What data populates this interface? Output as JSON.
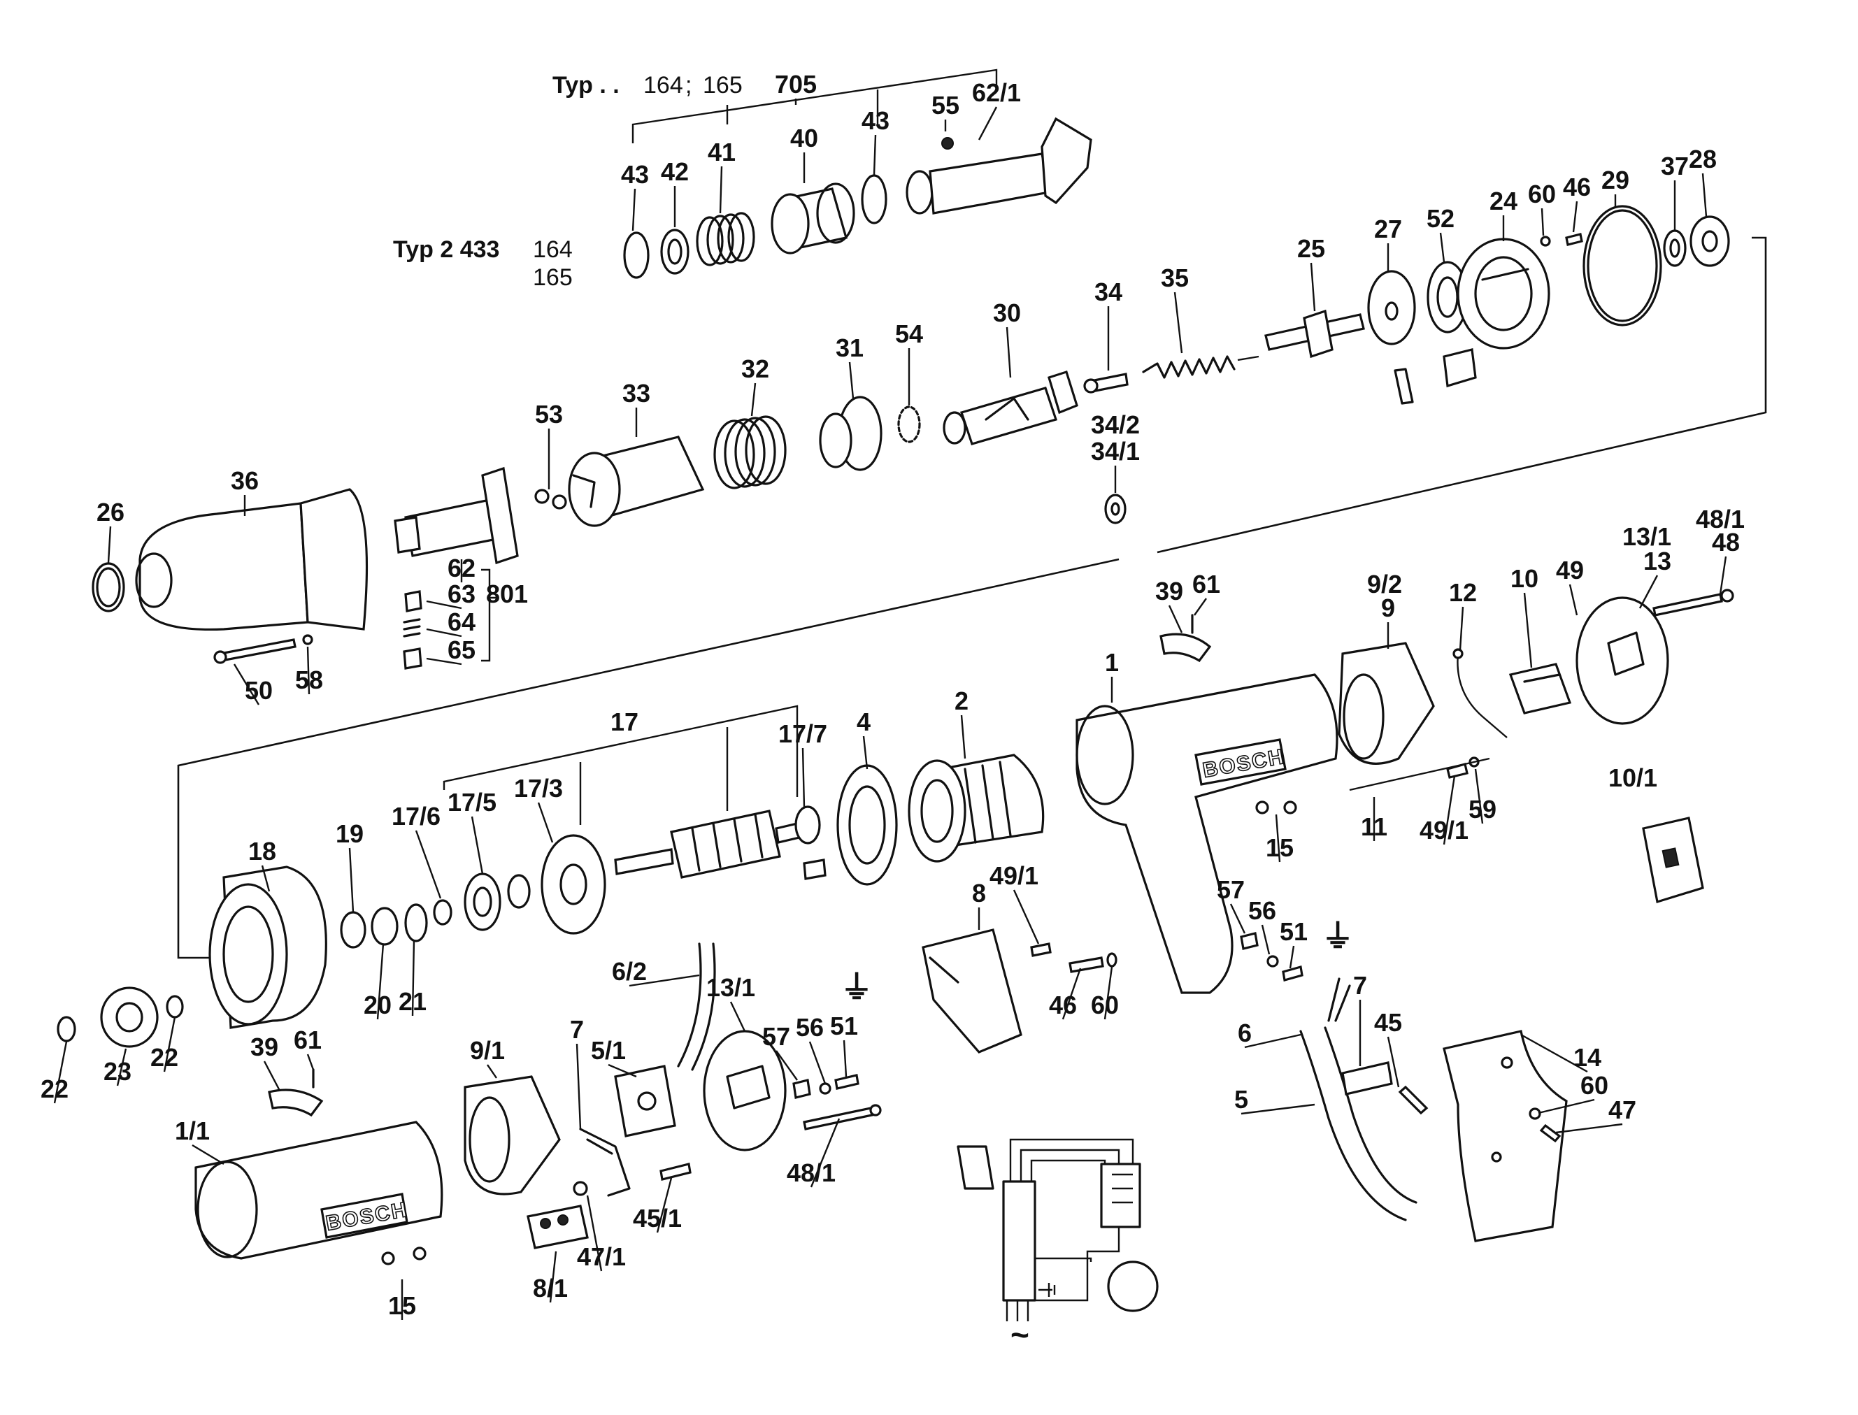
{
  "header": {
    "typ_prefix_a": "Typ . .",
    "typ_numbers_a": "164",
    "typ_sep": ";",
    "typ_numbers_a2": "165",
    "typ_prefix_b": "Typ  2 433",
    "typ_b_line1": "164",
    "typ_b_line2": "165"
  },
  "brand": "BOSCH",
  "symbols": {
    "ground": "⏚",
    "ac": "~"
  },
  "parts": [
    {
      "id": "p705",
      "label": "705"
    },
    {
      "id": "p55",
      "label": "55"
    },
    {
      "id": "p62_1a",
      "label": "62/1"
    },
    {
      "id": "p43a",
      "label": "43"
    },
    {
      "id": "p42",
      "label": "42"
    },
    {
      "id": "p41",
      "label": "41"
    },
    {
      "id": "p40",
      "label": "40"
    },
    {
      "id": "p43b",
      "label": "43"
    },
    {
      "id": "p27",
      "label": "27"
    },
    {
      "id": "p52",
      "label": "52"
    },
    {
      "id": "p24",
      "label": "24"
    },
    {
      "id": "p60a",
      "label": "60"
    },
    {
      "id": "p46a",
      "label": "46"
    },
    {
      "id": "p29",
      "label": "29"
    },
    {
      "id": "p37",
      "label": "37"
    },
    {
      "id": "p28",
      "label": "28"
    },
    {
      "id": "p25",
      "label": "25"
    },
    {
      "id": "p34",
      "label": "34"
    },
    {
      "id": "p35",
      "label": "35"
    },
    {
      "id": "p30",
      "label": "30"
    },
    {
      "id": "p54",
      "label": "54"
    },
    {
      "id": "p31",
      "label": "31"
    },
    {
      "id": "p32",
      "label": "32"
    },
    {
      "id": "p33",
      "label": "33"
    },
    {
      "id": "p53",
      "label": "53"
    },
    {
      "id": "p36",
      "label": "36"
    },
    {
      "id": "p26",
      "label": "26"
    },
    {
      "id": "p34_2",
      "label": "34/2"
    },
    {
      "id": "p34_1",
      "label": "34/1"
    },
    {
      "id": "p62",
      "label": "62"
    },
    {
      "id": "p63",
      "label": "63"
    },
    {
      "id": "p801",
      "label": "801"
    },
    {
      "id": "p64",
      "label": "64"
    },
    {
      "id": "p65",
      "label": "65"
    },
    {
      "id": "p50",
      "label": "50"
    },
    {
      "id": "p58",
      "label": "58"
    },
    {
      "id": "p39a",
      "label": "39"
    },
    {
      "id": "p61a",
      "label": "61"
    },
    {
      "id": "p9_2",
      "label": "9/2"
    },
    {
      "id": "p9",
      "label": "9"
    },
    {
      "id": "p12",
      "label": "12"
    },
    {
      "id": "p10",
      "label": "10"
    },
    {
      "id": "p49",
      "label": "49"
    },
    {
      "id": "p13_1a",
      "label": "13/1"
    },
    {
      "id": "p13",
      "label": "13"
    },
    {
      "id": "p48_1a",
      "label": "48/1"
    },
    {
      "id": "p48",
      "label": "48"
    },
    {
      "id": "p1",
      "label": "1"
    },
    {
      "id": "p2",
      "label": "2"
    },
    {
      "id": "p4",
      "label": "4"
    },
    {
      "id": "p17",
      "label": "17"
    },
    {
      "id": "p17_7",
      "label": "17/7"
    },
    {
      "id": "p17_6",
      "label": "17/6"
    },
    {
      "id": "p17_5",
      "label": "17/5"
    },
    {
      "id": "p17_3",
      "label": "17/3"
    },
    {
      "id": "p18",
      "label": "18"
    },
    {
      "id": "p19",
      "label": "19"
    },
    {
      "id": "p20",
      "label": "20"
    },
    {
      "id": "p21",
      "label": "21"
    },
    {
      "id": "p15a",
      "label": "15"
    },
    {
      "id": "p11",
      "label": "11"
    },
    {
      "id": "p59",
      "label": "59"
    },
    {
      "id": "p49_1a",
      "label": "49/1"
    },
    {
      "id": "p10_1",
      "label": "10/1"
    },
    {
      "id": "p8",
      "label": "8"
    },
    {
      "id": "p49_1b",
      "label": "49/1"
    },
    {
      "id": "p46b",
      "label": "46"
    },
    {
      "id": "p60b",
      "label": "60"
    },
    {
      "id": "p57a",
      "label": "57"
    },
    {
      "id": "p56a",
      "label": "56"
    },
    {
      "id": "p51a",
      "label": "51"
    },
    {
      "id": "p6",
      "label": "6"
    },
    {
      "id": "p7a",
      "label": "7"
    },
    {
      "id": "p45",
      "label": "45"
    },
    {
      "id": "p14",
      "label": "14"
    },
    {
      "id": "p60c",
      "label": "60"
    },
    {
      "id": "p47",
      "label": "47"
    },
    {
      "id": "p5",
      "label": "5"
    },
    {
      "id": "p6_2",
      "label": "6/2"
    },
    {
      "id": "p13_1b",
      "label": "13/1"
    },
    {
      "id": "p57b",
      "label": "57"
    },
    {
      "id": "p56b",
      "label": "56"
    },
    {
      "id": "p51b",
      "label": "51"
    },
    {
      "id": "p48_1b",
      "label": "48/1"
    },
    {
      "id": "p5_1",
      "label": "5/1"
    },
    {
      "id": "p7b",
      "label": "7"
    },
    {
      "id": "p9_1",
      "label": "9/1"
    },
    {
      "id": "p39b",
      "label": "39"
    },
    {
      "id": "p61b",
      "label": "61"
    },
    {
      "id": "p1_1",
      "label": "1/1"
    },
    {
      "id": "p15b",
      "label": "15"
    },
    {
      "id": "p8_1",
      "label": "8/1"
    },
    {
      "id": "p47_1",
      "label": "47/1"
    },
    {
      "id": "p45_1",
      "label": "45/1"
    },
    {
      "id": "p22a",
      "label": "22"
    },
    {
      "id": "p23",
      "label": "23"
    },
    {
      "id": "p22b",
      "label": "22"
    }
  ]
}
